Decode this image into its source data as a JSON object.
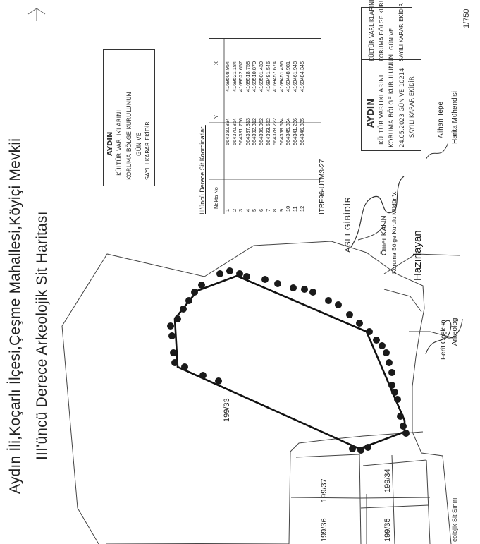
{
  "titles": {
    "line1": "Aydın İli,Koçarlı İlçesi,Çeşme Mahallesi,Köyiçi Mevkii",
    "line2": "III'üncü Derece Arkeolojik Sit Haritası"
  },
  "scale": "1/750",
  "table": {
    "title": "III'üncü Derece Sit Koordinatları",
    "headers": [
      "Nokta No",
      "Y",
      "X"
    ],
    "rows": [
      [
        "1",
        "564360.834",
        "4169508.954"
      ],
      [
        "2",
        "564370.854",
        "4169521.184"
      ],
      [
        "3",
        "564381.756",
        "4169522.657"
      ],
      [
        "4",
        "564387.313",
        "4169518.758"
      ],
      [
        "5",
        "564392.312",
        "4169510.870"
      ],
      [
        "6",
        "564396.052",
        "4169501.439"
      ],
      [
        "7",
        "564393.662",
        "4169481.546"
      ],
      [
        "8",
        "564378.222",
        "4169457.674"
      ],
      [
        "9",
        "564358.624",
        "4169451.496"
      ],
      [
        "10",
        "564345.804",
        "4169448.981"
      ],
      [
        "11",
        "564341.236",
        "4169461.948"
      ],
      [
        "12",
        "564346.835",
        "4169484.345"
      ]
    ],
    "datum": "ITRF96-UTM3-27"
  },
  "stamps": {
    "upper": {
      "line1": "AYDIN",
      "line2": "KÜLTÜR VARLIKLARINI",
      "line3": "KORUMA BÖLGE KURULUNUN",
      "line4": "GÜN VE",
      "line5": "SAYILI KARAR EKİDİR"
    },
    "right": {
      "line1": "AYDIN",
      "line2": "KÜLTÜR VARLIKLARINI",
      "line3": "KORUMA BÖLGE KURULUNUN",
      "line4": "24.05.2023 GÜN VE 10214",
      "line5": "SAYILI KARAR EKİDİR"
    },
    "top": {
      "line1": "KÜLTÜR VARLIKLARINI",
      "line2": "KORUMA BÖLGE KURULUNUN",
      "line3": "GÜN VE",
      "line4": "SAYILI KARAR EKİDİR"
    }
  },
  "signatures": {
    "director": {
      "name": "ASLI GİBİDİR",
      "person": "Ömer KALIN",
      "title": "Koruma Bölge Kurulu Müdür V."
    },
    "prepared": "Hazırlayan",
    "engineer": {
      "name": "Alihan Tepe",
      "title": "Harita Mühendisi"
    },
    "archaeologist": {
      "name": "Ferit Coşkun",
      "title": "Arkeolog"
    }
  },
  "parcels": [
    "199/33",
    "199/37",
    "199/34",
    "199/36",
    "199/35"
  ],
  "legend": "eolojik  Sit Sınırı",
  "colors": {
    "ink": "#1a1a1a",
    "paper": "#ffffff",
    "stamp": "#333333"
  }
}
